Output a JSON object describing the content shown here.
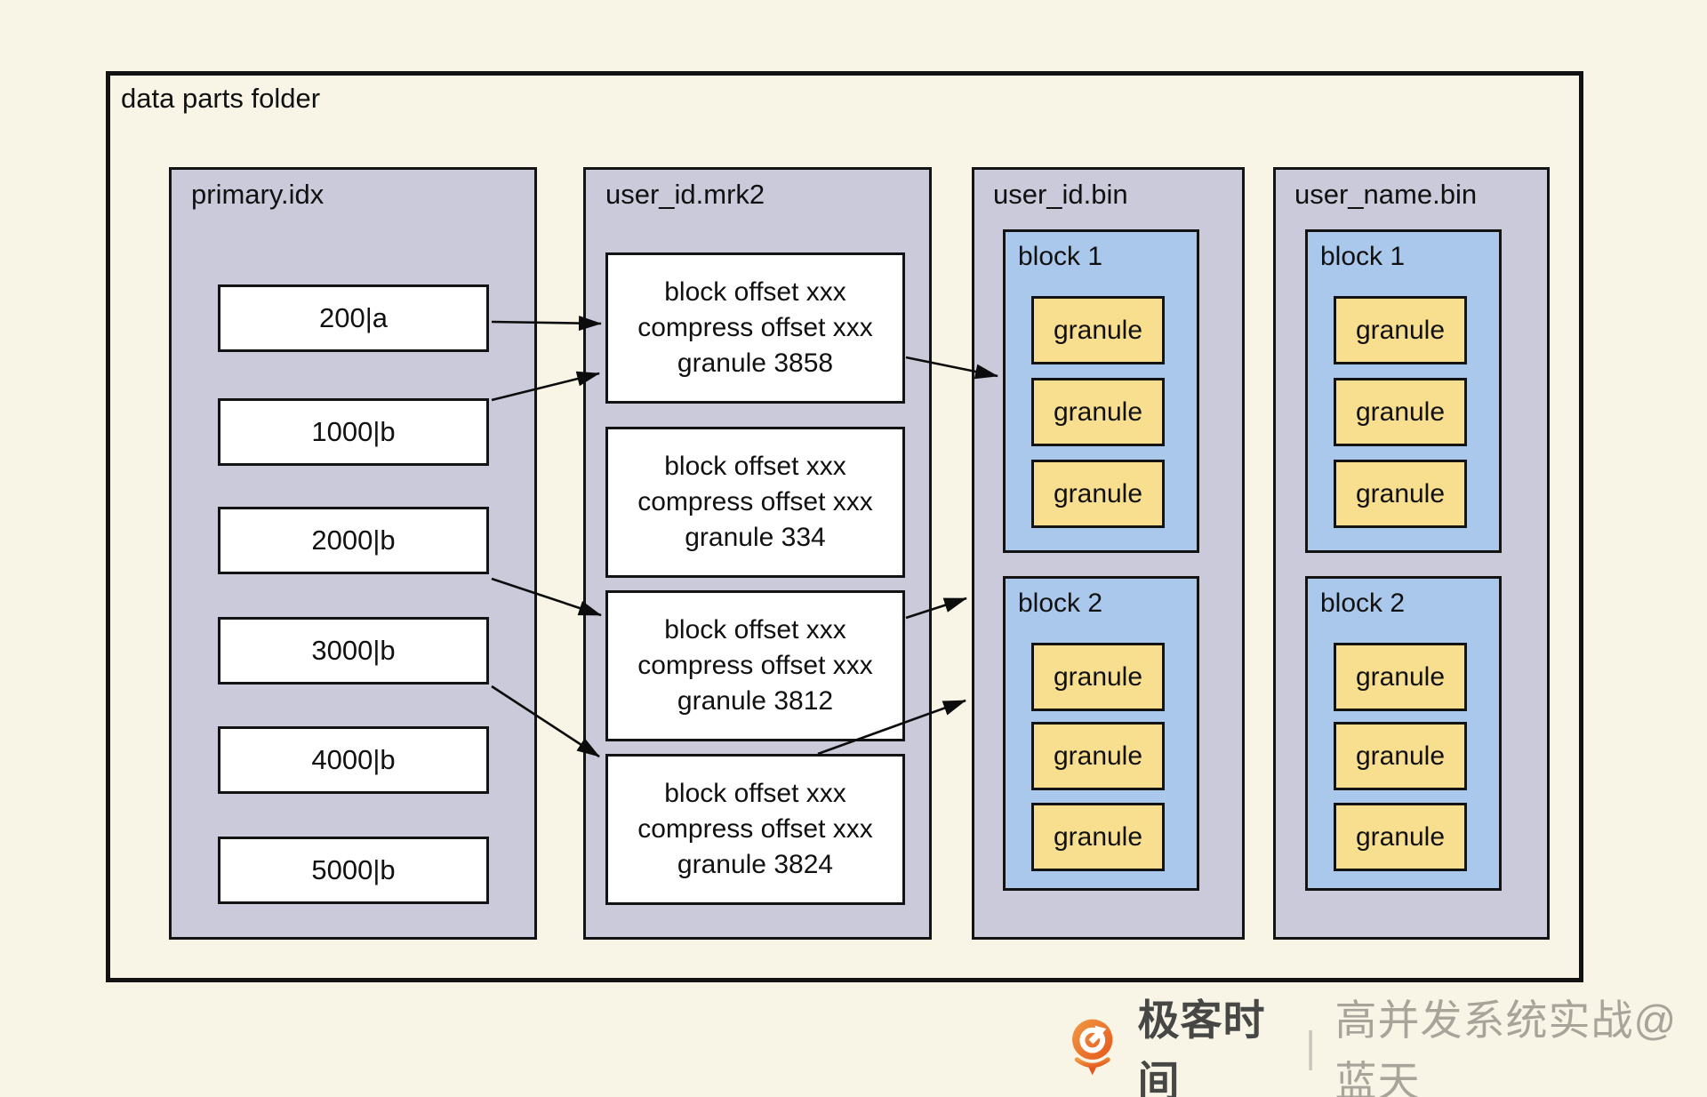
{
  "outer": {
    "title": "data parts folder"
  },
  "columns": {
    "primary": {
      "label": "primary.idx",
      "entries": [
        "200|a",
        "1000|b",
        "2000|b",
        "3000|b",
        "4000|b",
        "5000|b"
      ]
    },
    "mrk": {
      "label": "user_id.mrk2",
      "entries": [
        "block offset xxx\ncompress offset xxx\ngranule 3858",
        "block offset xxx\ncompress offset xxx\ngranule 334",
        "block offset xxx\ncompress offset xxx\ngranule 3812",
        "block offset xxx\ncompress offset xxx\ngranule 3824"
      ]
    },
    "user_id_bin": {
      "label": "user_id.bin",
      "blocks": [
        {
          "label": "block 1",
          "granules": [
            "granule",
            "granule",
            "granule"
          ]
        },
        {
          "label": "block 2",
          "granules": [
            "granule",
            "granule",
            "granule"
          ]
        }
      ]
    },
    "user_name_bin": {
      "label": "user_name.bin",
      "blocks": [
        {
          "label": "block 1",
          "granules": [
            "granule",
            "granule",
            "granule"
          ]
        },
        {
          "label": "block 2",
          "granules": [
            "granule",
            "granule",
            "granule"
          ]
        }
      ]
    }
  },
  "footer": {
    "brand": "极客时间",
    "divider": "|",
    "credit": "高并发系统实战@蓝天"
  },
  "colors": {
    "background": "#f8f5e7",
    "column": "#cbcadb",
    "block": "#a9c8eb",
    "granule": "#f8de8f",
    "border": "#131313",
    "box": "#ffffff",
    "brand_orange": "#e96a1e",
    "brand_text": "#474745",
    "credit_text": "#a8a49a",
    "divider": "#c9c5bb"
  }
}
